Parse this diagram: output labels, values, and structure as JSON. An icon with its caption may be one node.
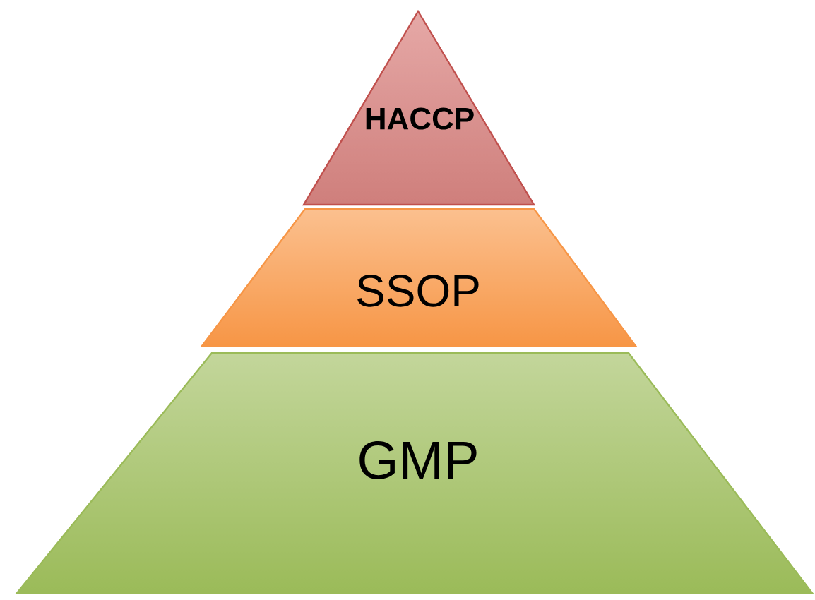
{
  "diagram": {
    "nodes": [
      {
        "text": [
          "HACCP"
        ]
      },
      {
        "text": [
          "SSOP"
        ]
      },
      {
        "text": [
          "GMP"
        ]
      }
    ]
  }
}
